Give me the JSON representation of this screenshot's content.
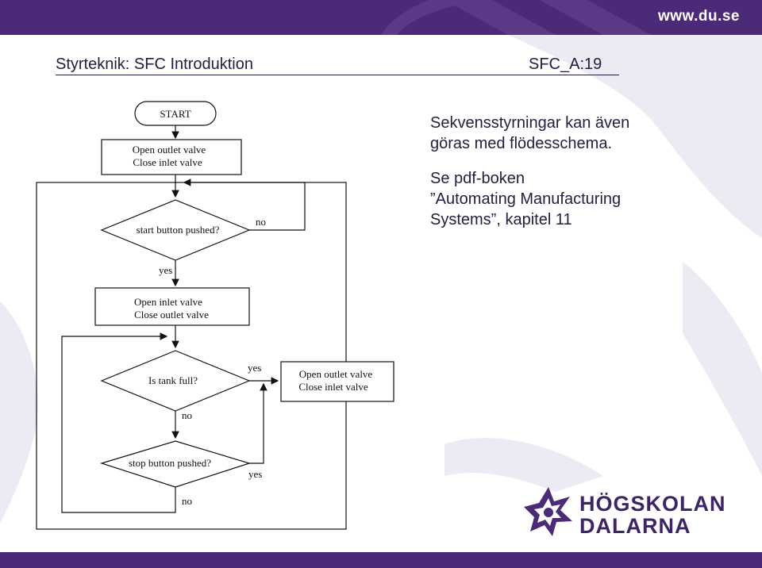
{
  "brand": {
    "url": "www.du.se",
    "logo_line1": "HÖGSKOLAN",
    "logo_line2": "DALARNA",
    "primary_color": "#4b2a78",
    "watermark_color": "#eeeaf3"
  },
  "slide": {
    "title": "Styrteknik: SFC Introduktion",
    "code": "SFC_A:19"
  },
  "body": {
    "para1_line1": "Sekvensstyrningar kan även",
    "para1_line2": "göras med flödesschema.",
    "para2_line1": "Se pdf-boken",
    "para2_line2": "”Automating Manufacturing",
    "para2_line3": "Systems”, kapitel 11"
  },
  "flowchart": {
    "start": "START",
    "box1_line1": "Open outlet valve",
    "box1_line2": "Close inlet valve",
    "decision1": "start button pushed?",
    "decision1_no": "no",
    "decision1_yes": "yes",
    "box2_line1": "Open inlet valve",
    "box2_line2": "Close outlet valve",
    "decision2": "Is tank full?",
    "decision2_yes": "yes",
    "decision2_no": "no",
    "box3_line1": "Open outlet valve",
    "box3_line2": "Close inlet valve",
    "decision3": "stop button pushed?",
    "decision3_yes": "yes",
    "decision3_no": "no"
  }
}
